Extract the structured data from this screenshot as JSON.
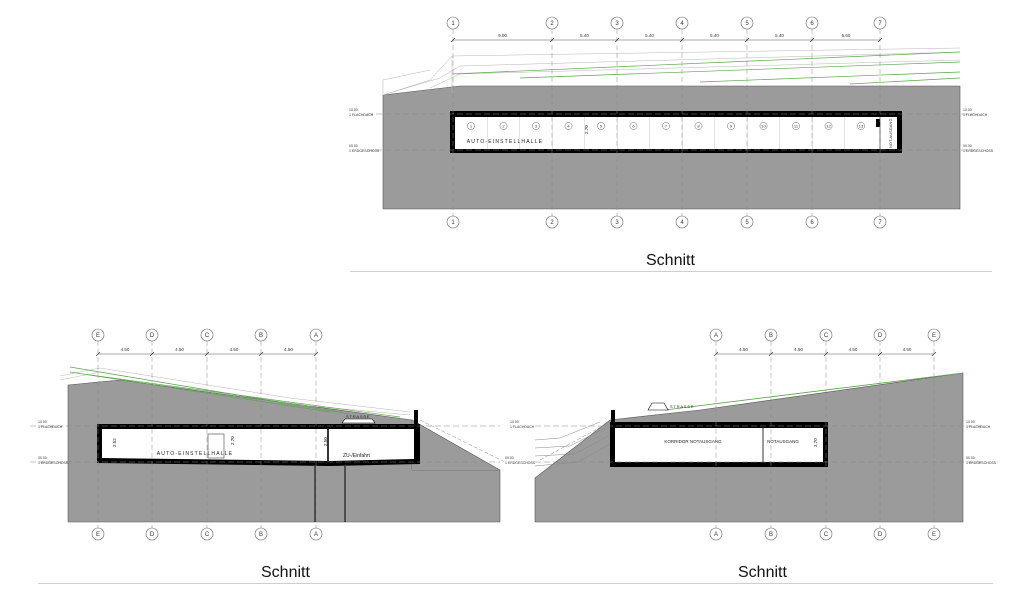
{
  "colors": {
    "earth": "#9b9b9b",
    "wall": "#000000",
    "interior": "#ffffff",
    "axis": "#8a8a8a",
    "dim": "#555555",
    "green": "#5aa64a",
    "rule": "#cfcfcf"
  },
  "captions": {
    "top": "Schnitt",
    "bottom_left": "Schnitt",
    "bottom_right": "Schnitt"
  },
  "section_top": {
    "axes": [
      "1",
      "2",
      "3",
      "4",
      "5",
      "6",
      "7"
    ],
    "spans": [
      "9.00",
      "5.40",
      "5.40",
      "5.40",
      "5.40",
      "5.60"
    ],
    "bays": [
      "1",
      "2",
      "3",
      "4",
      "5",
      "6",
      "7",
      "8",
      "9",
      "10",
      "11",
      "12",
      "13"
    ],
    "room_label": "AUTO-EINSTELLHALLE",
    "height_label": "2.70",
    "exit_label": "NOT-AUSGANG",
    "level_upper": "10.00",
    "level_upper_name": "1 FLACHDACH",
    "level_lower": "00.00",
    "level_lower_name": "1 ERDGESCHOSS"
  },
  "section_left": {
    "axes": [
      "E",
      "D",
      "C",
      "B",
      "A"
    ],
    "spans": [
      "4.50",
      "4.50",
      "4.50",
      "4.50"
    ],
    "room_label": "AUTO-EINSTELLHALLE",
    "height_left": "2.52",
    "height_mid": "2.70",
    "height_right": "2.50",
    "entry_label": "ZU-/Einfahrt",
    "street_label": "STRASSE",
    "level_upper": "10.00",
    "level_upper_name": "1 FLACHDACH",
    "level_lower": "00.00",
    "level_lower_name": "1 ERDGESCHOSS"
  },
  "section_right": {
    "axes": [
      "A",
      "B",
      "C",
      "D",
      "E"
    ],
    "spans": [
      "4.50",
      "4.50",
      "4.50",
      "4.50"
    ],
    "corridor_label": "KORRIDOR NOTAUSGANG",
    "exit_label": "NOTAUSGANG",
    "height_label": "2.70",
    "street_label": "STRASSE",
    "level_upper": "10.00",
    "level_upper_name": "1 FLACHDACH",
    "level_lower": "00.00",
    "level_lower_name": "1 ERDGESCHOSS"
  }
}
